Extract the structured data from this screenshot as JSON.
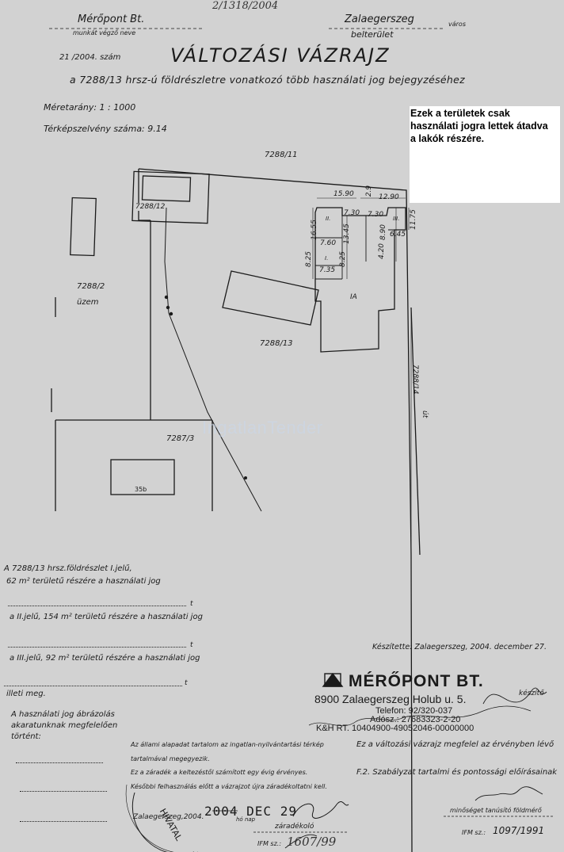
{
  "header": {
    "doc_number": "2/1318/2004",
    "company": "Mérőpont Bt.",
    "company_caption": "munkát végző neve",
    "city": "Zalaegerszeg",
    "city_suffix": "város",
    "area": "belterület",
    "ref": "21 /2004. szám",
    "title": "VÁLTOZÁSI VÁZRAJZ",
    "subtitle": "a 7288/13 hrsz-ú földrészletre vonatkozó több használati jog bejegyzéséhez",
    "scale": "Méretarány: 1 : 1000",
    "sheet": "Térképszelvény száma: 9.14"
  },
  "note": {
    "lines": [
      "Ezek a területek csak",
      "használati jogra lettek átadva",
      "a lakók részére."
    ]
  },
  "map": {
    "parcel_north": "7288/11",
    "parcel_small": "7288/12",
    "parcel_west": "7288/2",
    "parcel_west_label": "üzem",
    "parcel_main": "7288/13",
    "parcel_east": "7288/14",
    "parcel_east_label": "út",
    "parcel_south": "7287/3",
    "building_south": "35b",
    "zone_ia": "IA",
    "zone_i": "I.",
    "zone_ii": "II.",
    "zone_iii": "III.",
    "dims": [
      "15.90",
      "2.9",
      "12.90",
      "16.55",
      "7.30",
      "7.30",
      "13.45",
      "8.90",
      "4.20",
      "6.45",
      "11.75",
      "7.60",
      "8.25",
      "8.25",
      "7.35"
    ]
  },
  "watermark": "IngatlanTender",
  "rights": {
    "intro": "A 7288/13 hrsz.földrészlet I.jelű,",
    "r1": "62 m² területű részére a használati jog",
    "r2": "a II.jelű, 154 m² területű részére a használati jog",
    "r3": "a III.jelű, 92 m² területű részére a használati jog",
    "t": "t",
    "illeti": "illeti meg.",
    "statement": [
      "A használati jog ábrázolás",
      "akaratunknak megfelelően",
      "történt:"
    ]
  },
  "stamp": {
    "prepared": "Készítette: Zalaegerszeg, 2004. december 27.",
    "name": "MÉRŐPONT BT.",
    "address": "8900 Zalaegerszeg Holub u. 5.",
    "phone": "Telefon: 92/320-037",
    "tax": "Adósz.: 27683323-2-20",
    "bank": "K&H RT. 10404900-49052046-00000000",
    "keszito": "készítő"
  },
  "clauses": {
    "c1": "Az állami alapadat tartalom az ingatlan-nyilvántartási térkép",
    "c1b": "tartalmával megegyezik.",
    "c2": "Ez a záradék a keltezéstől számított egy évig érvényes.",
    "c3": "Későbbi felhasználás előtt a vázrajzot újra záradékoltatni kell.",
    "c4": "Ez a változási vázrajz megfelel az érvényben lévő",
    "c5": "F.2. Szabályzat tartalmi és pontossági előírásainak",
    "date_place": "Zalaegerszeg,2004.",
    "date_suffix": "hó    nap",
    "stamp_date": "2004 DEC 29",
    "zaradekolo": "záradékoló",
    "ifm_left": "IFM sz.:",
    "ifm_left_num": "1607/99",
    "qual": "minőséget tanúsító földmérő",
    "ifm_right": "IFM sz.:",
    "ifm_right_num": "1097/1991",
    "seal_text": "HIVATAL"
  }
}
